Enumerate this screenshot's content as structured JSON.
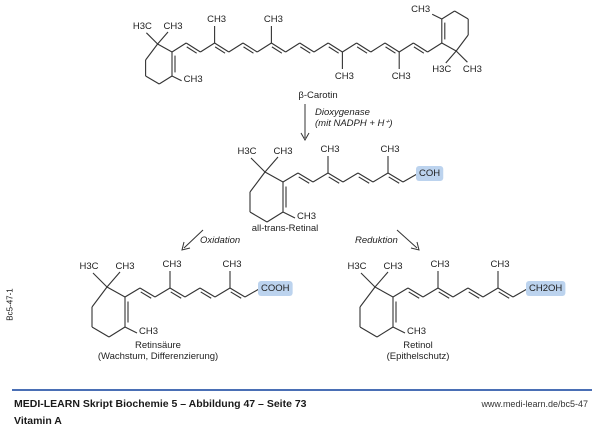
{
  "labels": {
    "ch3": "CH3",
    "h3c": "H3C"
  },
  "compounds": {
    "carotene": {
      "name": "β-Carotin"
    },
    "retinal": {
      "name": "all-trans-Retinal",
      "group": "COH"
    },
    "retinoic_acid": {
      "name": "Retinsäure",
      "note": "(Wachstum, Differenzierung)",
      "group": "COOH"
    },
    "retinol": {
      "name": "Retinol",
      "note": "(Epithelschutz)",
      "group": "CH2OH"
    }
  },
  "reactions": {
    "cleavage": {
      "enzyme": "Dioxygenase",
      "cofactor": "(mit NADPH + H⁺)"
    },
    "oxidation": "Oxidation",
    "reduction": "Reduktion"
  },
  "colors": {
    "highlight": "#bcd3ee",
    "rule": "#4a6fb5"
  },
  "side_code": "Bc5-47-1",
  "footer": {
    "title": "MEDI-LEARN Skript Biochemie 5 – Abbildung 47 – Seite 73",
    "url": "www.medi-learn.de/bc5-47",
    "subtitle": "Vitamin A"
  }
}
